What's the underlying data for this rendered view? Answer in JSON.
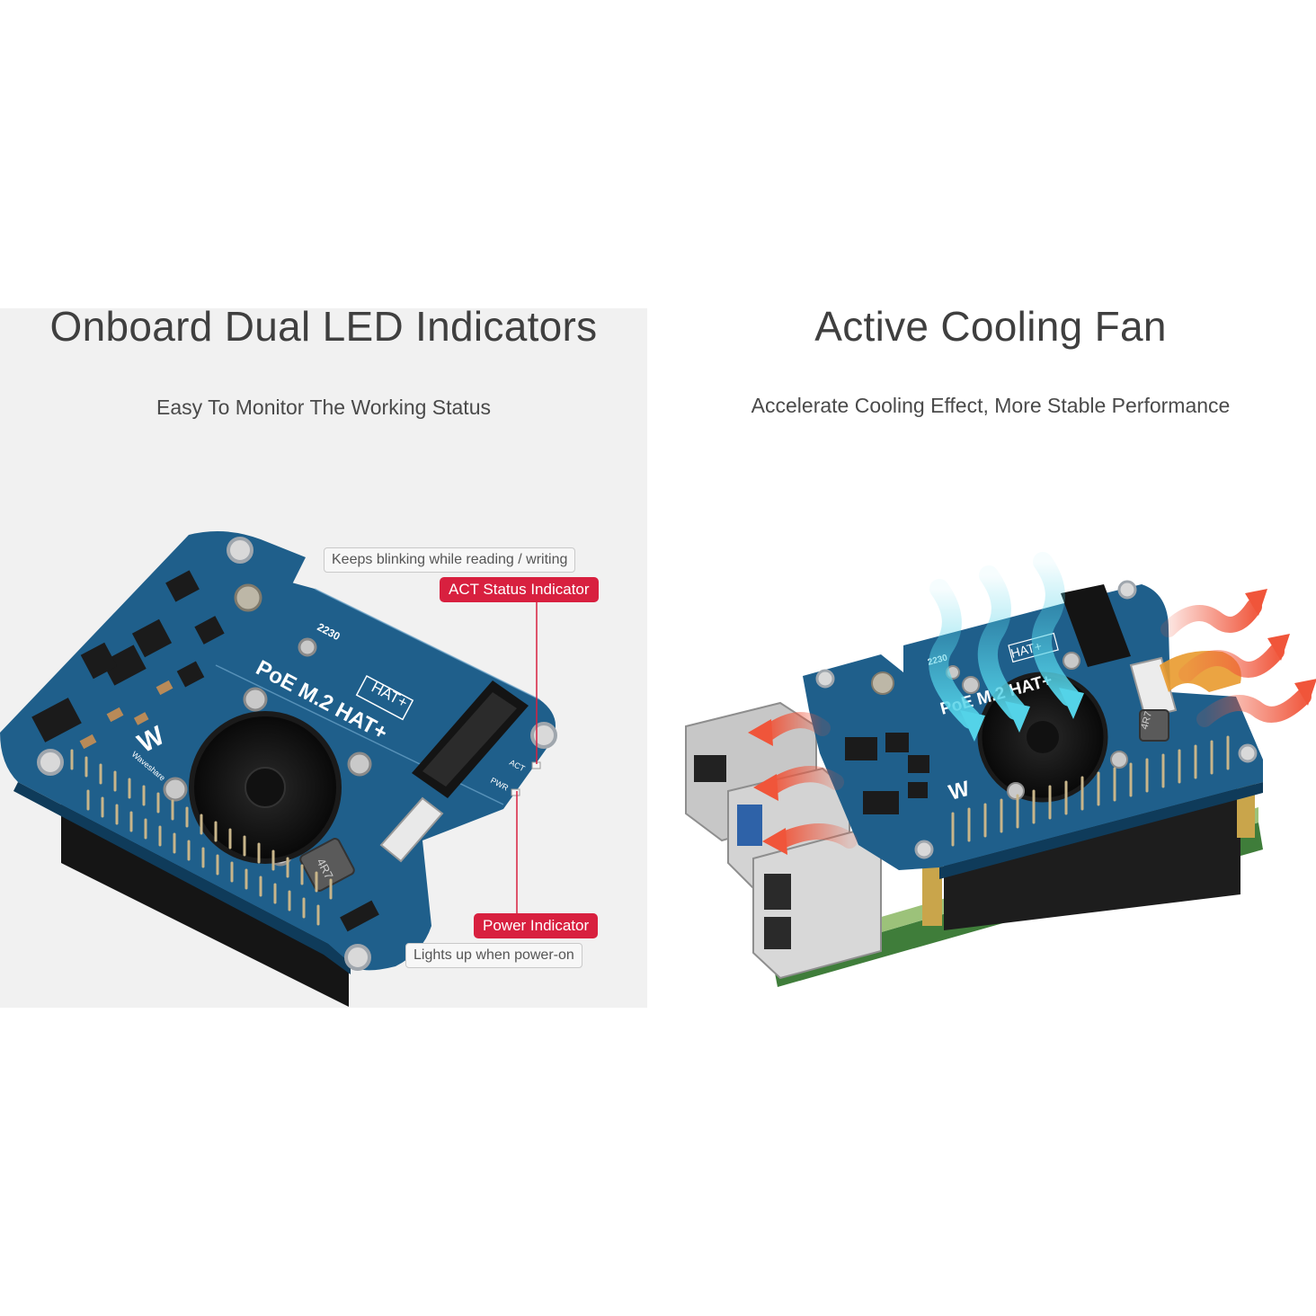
{
  "left_panel": {
    "title": "Onboard Dual LED Indicators",
    "subtitle": "Easy To Monitor The Working Status",
    "callouts": {
      "act_note": "Keeps blinking while reading / writing",
      "act_label": "ACT Status Indicator",
      "pwr_label": "Power Indicator",
      "pwr_note": "Lights up when power-on"
    },
    "board_print": {
      "name": "PoE M.2 HAT+",
      "hat": "HAT+",
      "size": "2230",
      "brand": "Waveshare",
      "act": "ACT",
      "pwr": "PWR",
      "inductor": "4R7"
    }
  },
  "right_panel": {
    "title": "Active Cooling Fan",
    "subtitle": "Accelerate Cooling Effect, More Stable Performance",
    "board_print": {
      "name": "PoE M.2 HAT+",
      "hat": "HAT+",
      "size": "2230",
      "inductor": "4R7"
    }
  },
  "colors": {
    "pcb_blue": "#1f5f8b",
    "accent_red": "#d8203f",
    "header_black": "#1d1d1d",
    "airflow_cool": "#54d3e8",
    "airflow_hot": "#f0553a"
  }
}
